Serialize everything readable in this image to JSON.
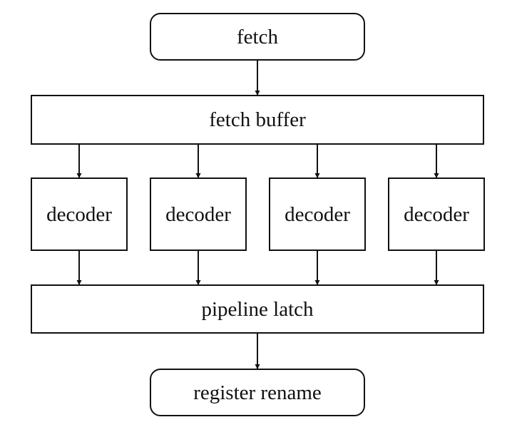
{
  "nodes": {
    "fetch": "fetch",
    "fetch_buffer": "fetch buffer",
    "decoders": [
      "decoder",
      "decoder",
      "decoder",
      "decoder"
    ],
    "pipeline_latch": "pipeline latch",
    "register_rename": "register rename"
  },
  "edges": [
    {
      "from": "fetch",
      "to": "fetch_buffer"
    },
    {
      "from": "fetch_buffer",
      "to": "decoder_1"
    },
    {
      "from": "fetch_buffer",
      "to": "decoder_2"
    },
    {
      "from": "fetch_buffer",
      "to": "decoder_3"
    },
    {
      "from": "fetch_buffer",
      "to": "decoder_4"
    },
    {
      "from": "decoder_1",
      "to": "pipeline_latch"
    },
    {
      "from": "decoder_2",
      "to": "pipeline_latch"
    },
    {
      "from": "decoder_3",
      "to": "pipeline_latch"
    },
    {
      "from": "decoder_4",
      "to": "pipeline_latch"
    },
    {
      "from": "pipeline_latch",
      "to": "register_rename"
    }
  ],
  "colors": {
    "stroke": "#111111",
    "fill": "#ffffff"
  }
}
